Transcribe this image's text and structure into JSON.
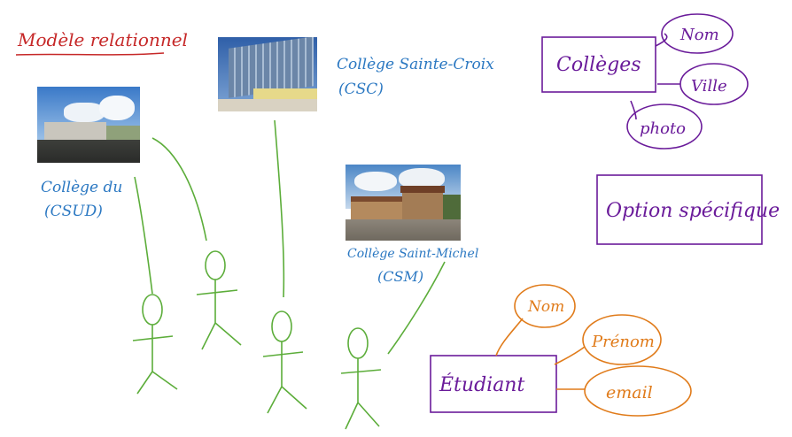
{
  "title": "Modèle relationnel",
  "colleges": [
    {
      "name": "Collège du",
      "code": "(CSUD)"
    },
    {
      "name": "Collège Sainte-Croix",
      "code": "(CSC)"
    },
    {
      "name": "Collège Saint-Michel",
      "code": "(CSM)"
    }
  ],
  "entities": {
    "colleges": {
      "label": "Collèges",
      "attributes": [
        "Nom",
        "Ville",
        "photo"
      ]
    },
    "option": {
      "label": "Option spécifique"
    },
    "etudiant": {
      "label": "Étudiant",
      "attributes": [
        "Nom",
        "Prénom",
        "email"
      ]
    }
  },
  "colors": {
    "title": "#c62828",
    "college_text": "#2b78c2",
    "stick_figures": "#5cad3a",
    "colleges_entity": "#6a1b9a",
    "etudiant_entity": "#e07b1a"
  }
}
